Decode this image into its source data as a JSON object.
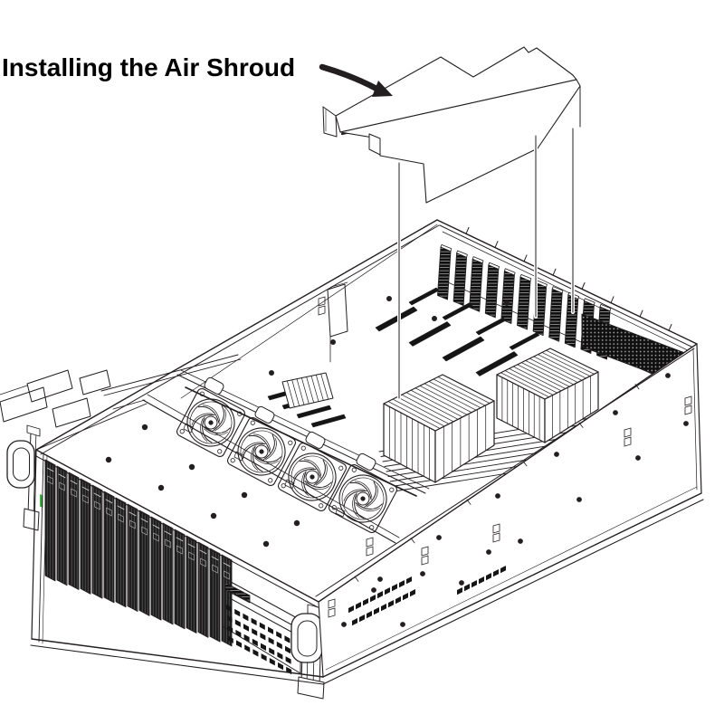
{
  "annotation": {
    "label": "Installing the Air Shroud"
  },
  "colors": {
    "ink": "#231f20",
    "led_green": "#3fae49",
    "background": "#ffffff",
    "fill_dark": "#151515"
  },
  "figure": {
    "component_counts": {
      "drive_bays": 16,
      "fans": 4,
      "cpu_heatsinks": 2,
      "pci_slot_covers": 11,
      "rack_handles": 2
    }
  }
}
